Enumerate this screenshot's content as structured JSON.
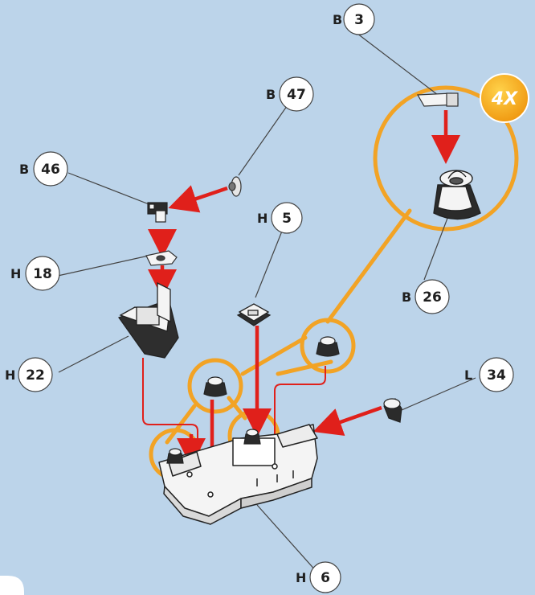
{
  "colors": {
    "background": "#bcd4ea",
    "orange": "#f2a325",
    "red_arrow": "#e0201b",
    "part": "#f4f4f4",
    "part_dark": "#333333"
  },
  "multiplier_badge": "4X",
  "callouts": [
    {
      "id": "b3",
      "letter": "B",
      "num": "3"
    },
    {
      "id": "b47",
      "letter": "B",
      "num": "47"
    },
    {
      "id": "b46",
      "letter": "B",
      "num": "46"
    },
    {
      "id": "h5",
      "letter": "H",
      "num": "5"
    },
    {
      "id": "h18",
      "letter": "H",
      "num": "18"
    },
    {
      "id": "b26",
      "letter": "B",
      "num": "26"
    },
    {
      "id": "h22",
      "letter": "H",
      "num": "22"
    },
    {
      "id": "l34",
      "letter": "L",
      "num": "34"
    },
    {
      "id": "h6",
      "letter": "H",
      "num": "6"
    }
  ]
}
